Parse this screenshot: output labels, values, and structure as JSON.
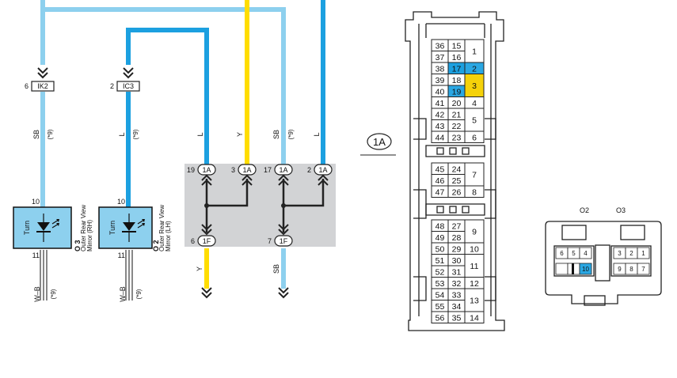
{
  "colors": {
    "wire_SB": "#8dd0ee",
    "wire_L": "#1ca0e0",
    "wire_Y": "#ffdd00",
    "junction_bg": "#d2d3d5",
    "highlight_blue": "#2aa7e3",
    "highlight_yellow": "#f5d20a"
  },
  "left_wires": [
    {
      "id": "ik2",
      "pin": "6",
      "connector": "IK2",
      "wire": "SB",
      "note": "(*9)"
    },
    {
      "id": "ic3",
      "pin": "2",
      "connector": "IC3",
      "wire": "L",
      "note": "(*9)"
    }
  ],
  "mirrors": [
    {
      "id": "o3",
      "code": "O 3",
      "name_line1": "Outer Rear View",
      "name_line2": "Mirror (RH)",
      "top_pin": "10",
      "bottom_pin": "11",
      "element": "Turn",
      "ground_wire": "W–B",
      "note": "(*9)"
    },
    {
      "id": "o2",
      "code": "O 2",
      "name_line1": "Outer Rear View",
      "name_line2": "Mirror (LH)",
      "top_pin": "10",
      "bottom_pin": "11",
      "element": "Turn",
      "ground_wire": "W–B",
      "note": "(*9)"
    }
  ],
  "junction_wires": [
    {
      "id": "l19",
      "wire": "L",
      "pin": "19",
      "connector": "1A"
    },
    {
      "id": "y3",
      "wire": "Y",
      "pin": "3",
      "connector": "1A"
    },
    {
      "id": "sb17",
      "wire": "SB",
      "pin": "17",
      "connector": "1A"
    },
    {
      "id": "l2",
      "wire": "L",
      "pin": "2",
      "connector": "1A"
    }
  ],
  "junction_outputs": [
    {
      "id": "y6",
      "pin": "6",
      "connector": "1F",
      "wire": "Y"
    },
    {
      "id": "sb7",
      "pin": "7",
      "connector": "1F",
      "wire": "SB"
    }
  ],
  "sb_note": "(*9)",
  "connector_1a": {
    "label": "1A",
    "rows_top": [
      [
        "36",
        "15",
        "1"
      ],
      [
        "37",
        "16",
        ""
      ],
      [
        "38",
        "17",
        "2"
      ],
      [
        "39",
        "18",
        "3"
      ],
      [
        "40",
        "19",
        ""
      ],
      [
        "41",
        "20",
        "4"
      ],
      [
        "42",
        "21",
        "5"
      ],
      [
        "43",
        "22",
        ""
      ],
      [
        "44",
        "23",
        "6"
      ]
    ],
    "rows_mid": [
      [
        "45",
        "24",
        "7"
      ],
      [
        "46",
        "25",
        ""
      ],
      [
        "47",
        "26",
        "8"
      ]
    ],
    "rows_bot": [
      [
        "48",
        "27",
        "9"
      ],
      [
        "49",
        "28",
        ""
      ],
      [
        "50",
        "29",
        "10"
      ],
      [
        "51",
        "30",
        "11"
      ],
      [
        "52",
        "31",
        ""
      ],
      [
        "53",
        "32",
        "12"
      ],
      [
        "54",
        "33",
        "13"
      ],
      [
        "55",
        "34",
        ""
      ],
      [
        "56",
        "35",
        "14"
      ]
    ]
  },
  "connector_o": {
    "label_left": "O2",
    "label_right": "O3",
    "left_top": [
      "6",
      "5",
      "4"
    ],
    "left_bottom": [
      "",
      "",
      "10"
    ],
    "right_top": [
      "3",
      "2",
      "1"
    ],
    "right_bottom": [
      "9",
      "8",
      "7"
    ]
  }
}
